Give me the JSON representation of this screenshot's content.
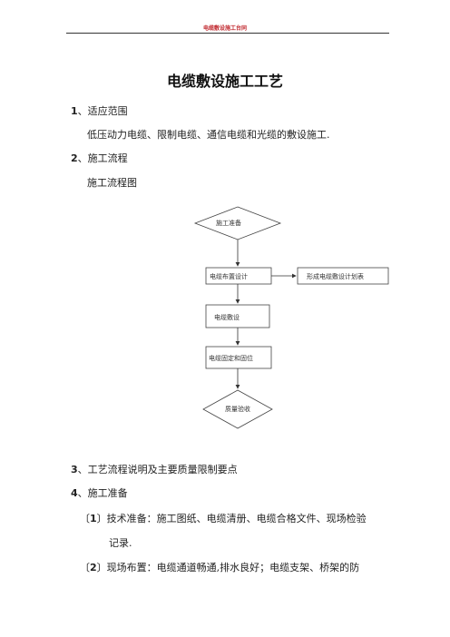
{
  "header": {
    "text": "电缆敷设施工台同"
  },
  "title": "电缆敷设施工工艺",
  "sections": {
    "s1": {
      "num": "1",
      "sep": "、",
      "heading": "适应范围"
    },
    "s1_body": "低压动力电缆、限制电缆、通信电缆和光缆的敷设施工.",
    "s2": {
      "num": "2",
      "sep": "、",
      "heading": "施工流程"
    },
    "s2_sub": "施工流程图",
    "s3": {
      "num": "3",
      "sep": "、",
      "heading": "工艺流程说明及主要质量限制要点"
    },
    "s4": {
      "num": "4",
      "sep": "、",
      "heading": "施工准备"
    }
  },
  "items": {
    "i1": {
      "open": "〔",
      "num": "1",
      "close": "〕",
      "text": "技术准备：施工图纸、电缆清册、电缆合格文件、现场检验",
      "cont": "记录."
    },
    "i2": {
      "open": "〔",
      "num": "2",
      "close": "〕",
      "text": "现场布置：电缆通道畅通,排水良好；电缆支架、桥架的防"
    }
  },
  "flowchart": {
    "start": "施工准备",
    "design": "电缆布置设计",
    "table": "形成电缆敷设计划表",
    "laying": "电缆敷设",
    "fix": "电缆固定和固位",
    "check": "质量验收"
  }
}
